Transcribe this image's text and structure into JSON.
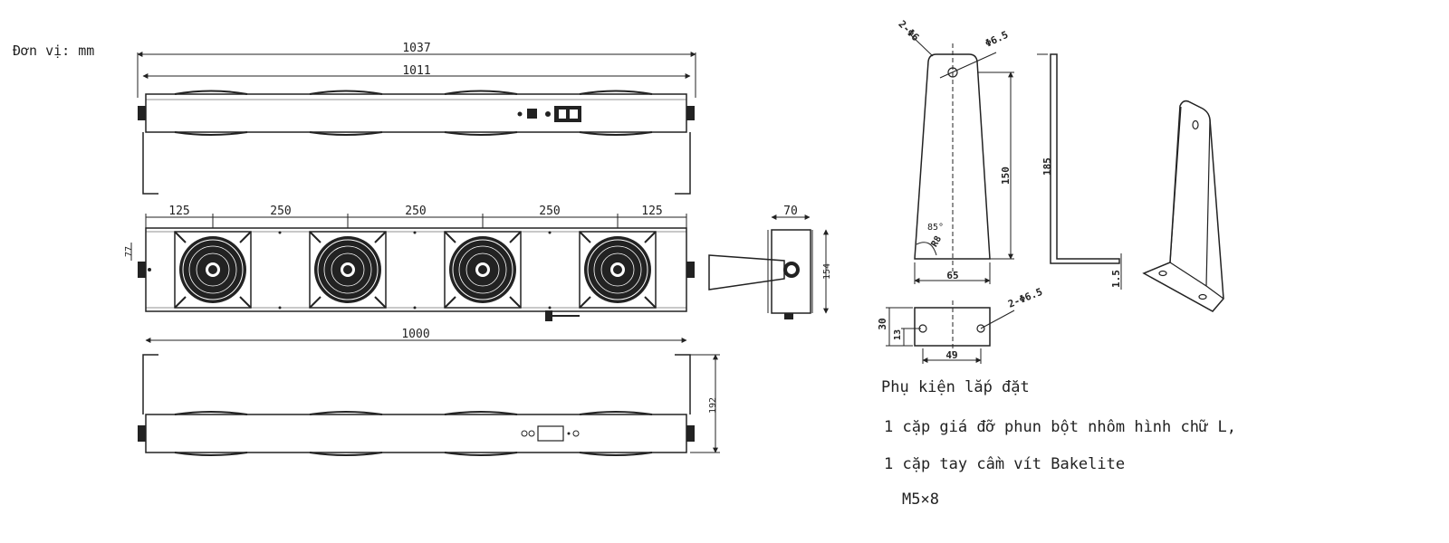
{
  "unit_label": "Đơn vị: mm",
  "dimensions": {
    "overall_length": "1037",
    "between_mounts": "1011",
    "body_length": "1000",
    "fan_spacing": [
      "125",
      "250",
      "250",
      "250",
      "125"
    ],
    "side_depth": "70",
    "side_height": "154",
    "left_offset": "77",
    "rear_height": "192",
    "bracket_angle": "85°",
    "bracket_hole_top": "Φ6.5",
    "bracket_corner": "2-Φ6",
    "bracket_inner_height": "150",
    "bracket_total_height": "185",
    "bracket_width": "65",
    "bracket_thickness": "1.5",
    "base_depth": "30",
    "base_offset": "13",
    "base_hole_spacing": "49",
    "base_holes": "2-Φ6.5",
    "corner_radius": "R8"
  },
  "accessories": {
    "title": "Phụ kiện lắp đặt",
    "lines": [
      "1 cặp giá đỡ phun bột nhôm hình chữ L,",
      "1 cặp tay cầm vít Bakelite",
      "M5×8"
    ]
  },
  "colors": {
    "line": "#222222",
    "fan_fill": "#1a1a1a"
  }
}
